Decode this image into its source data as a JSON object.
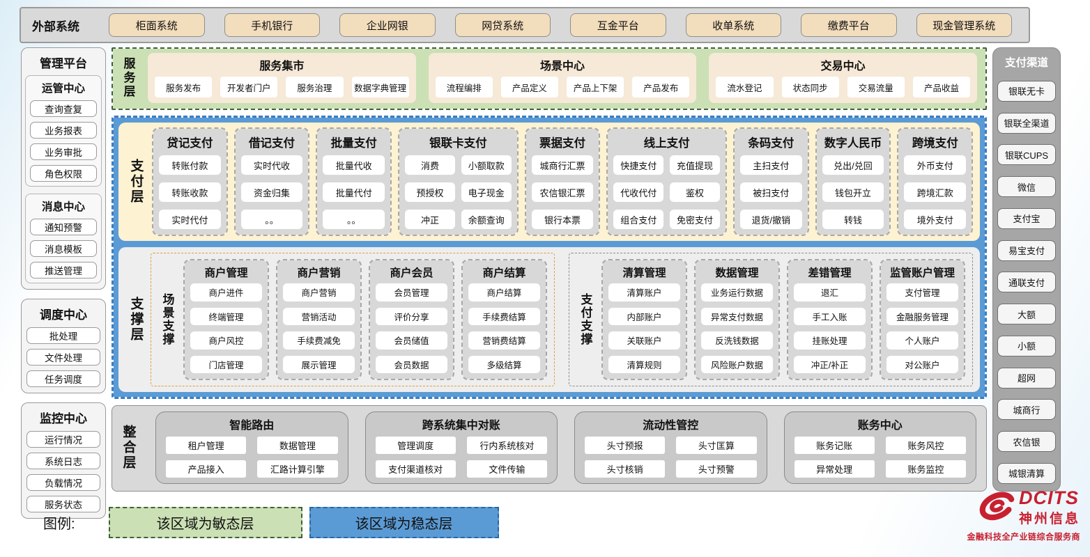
{
  "external_systems": {
    "label": "外部系统",
    "systems": [
      "柜面系统",
      "手机银行",
      "企业网银",
      "网贷系统",
      "互金平台",
      "收单系统",
      "缴费平台",
      "现金管理系统"
    ]
  },
  "management_platform": {
    "title": "管理平台",
    "groups": [
      {
        "title": "运管中心",
        "items": [
          "查询查复",
          "业务报表",
          "业务审批",
          "角色权限"
        ]
      },
      {
        "title": "消息中心",
        "items": [
          "通知预警",
          "消息模板",
          "推送管理"
        ]
      },
      {
        "title": "调度中心",
        "items": [
          "批处理",
          "文件处理",
          "任务调度"
        ]
      },
      {
        "title": "监控中心",
        "items": [
          "运行情况",
          "系统日志",
          "负载情况",
          "服务状态"
        ]
      }
    ]
  },
  "service_layer": {
    "label": "服务层",
    "panels": [
      {
        "title": "服务集市",
        "items": [
          "服务发布",
          "开发者门户",
          "服务治理",
          "数据字典管理"
        ]
      },
      {
        "title": "场景中心",
        "items": [
          "流程编排",
          "产品定义",
          "产品上下架",
          "产品发布"
        ]
      },
      {
        "title": "交易中心",
        "items": [
          "流水登记",
          "状态同步",
          "交易流量",
          "产品收益"
        ]
      }
    ]
  },
  "payment_layer": {
    "label": "支付层",
    "groups": [
      {
        "title": "贷记支付",
        "cols": 1,
        "items": [
          "转账付款",
          "转账收款",
          "实时代付"
        ]
      },
      {
        "title": "借记支付",
        "cols": 1,
        "items": [
          "实时代收",
          "资金归集",
          "。。"
        ]
      },
      {
        "title": "批量支付",
        "cols": 1,
        "items": [
          "批量代收",
          "批量代付",
          "。。"
        ]
      },
      {
        "title": "银联卡支付",
        "cols": 2,
        "items": [
          "消费",
          "小额取款",
          "预授权",
          "电子现金",
          "冲正",
          "余额查询"
        ]
      },
      {
        "title": "票据支付",
        "cols": 1,
        "items": [
          "城商行汇票",
          "农信银汇票",
          "银行本票"
        ]
      },
      {
        "title": "线上支付",
        "cols": 2,
        "items": [
          "快捷支付",
          "充值提现",
          "代收代付",
          "鉴权",
          "组合支付",
          "免密支付"
        ]
      },
      {
        "title": "条码支付",
        "cols": 1,
        "items": [
          "主扫支付",
          "被扫支付",
          "退货/撤销"
        ]
      },
      {
        "title": "数字人民币",
        "cols": 1,
        "items": [
          "兑出/兑回",
          "钱包开立",
          "转钱"
        ]
      },
      {
        "title": "跨境支付",
        "cols": 1,
        "items": [
          "外币支付",
          "跨境汇款",
          "境外支付"
        ]
      }
    ]
  },
  "support_layer": {
    "label": "支撑层",
    "sections": [
      {
        "label": "场景支撑",
        "groups": [
          {
            "title": "商户管理",
            "items": [
              "商户进件",
              "终端管理",
              "商户风控",
              "门店管理"
            ]
          },
          {
            "title": "商户营销",
            "items": [
              "商户营销",
              "营销活动",
              "手续费减免",
              "展示管理"
            ]
          },
          {
            "title": "商户会员",
            "items": [
              "会员管理",
              "评价分享",
              "会员储值",
              "会员数据"
            ]
          },
          {
            "title": "商户结算",
            "items": [
              "商户结算",
              "手续费结算",
              "营销费结算",
              "多级结算"
            ]
          }
        ]
      },
      {
        "label": "支付支撑",
        "groups": [
          {
            "title": "清算管理",
            "items": [
              "清算账户",
              "内部账户",
              "关联账户",
              "清算规则"
            ]
          },
          {
            "title": "数据管理",
            "items": [
              "业务运行数据",
              "异常支付数据",
              "反洗钱数据",
              "风险账户数据"
            ]
          },
          {
            "title": "差错管理",
            "items": [
              "退汇",
              "手工入账",
              "挂账处理",
              "冲正/补正"
            ]
          },
          {
            "title": "监管账户管理",
            "items": [
              "支付管理",
              "金融服务管理",
              "个人账户",
              "对公账户"
            ]
          }
        ]
      }
    ]
  },
  "integration_layer": {
    "label": "整合层",
    "boxes": [
      {
        "title": "智能路由",
        "items": [
          "租户管理",
          "数据管理",
          "产品接入",
          "汇路计算引擎"
        ]
      },
      {
        "title": "跨系统集中对账",
        "items": [
          "管理调度",
          "行内系统核对",
          "支付渠道核对",
          "文件传输"
        ]
      },
      {
        "title": "流动性管控",
        "items": [
          "头寸预报",
          "头寸匡算",
          "头寸核销",
          "头寸预警"
        ]
      },
      {
        "title": "账务中心",
        "items": [
          "账务记账",
          "账务风控",
          "异常处理",
          "账务监控"
        ]
      }
    ]
  },
  "payment_channels": {
    "title": "支付渠道",
    "channels": [
      "银联无卡",
      "银联全渠道",
      "银联CUPS",
      "微信",
      "支付宝",
      "易宝支付",
      "通联支付",
      "大额",
      "小额",
      "超网",
      "城商行",
      "农信银",
      "城银清算"
    ]
  },
  "legend": {
    "label": "图例:",
    "agile": "该区域为敏态层",
    "stable": "该区域为稳态层"
  },
  "logo": {
    "name": "DCITS",
    "company": "神州信息",
    "tagline": "金融科技全产业链综合服务商"
  },
  "colors": {
    "agile_green": "#cbe0b4",
    "stable_blue": "#5b9bd5",
    "payment_cream": "#fdf2d2",
    "external_tan": "#f2ddbc",
    "brand_red": "#c8202f"
  }
}
